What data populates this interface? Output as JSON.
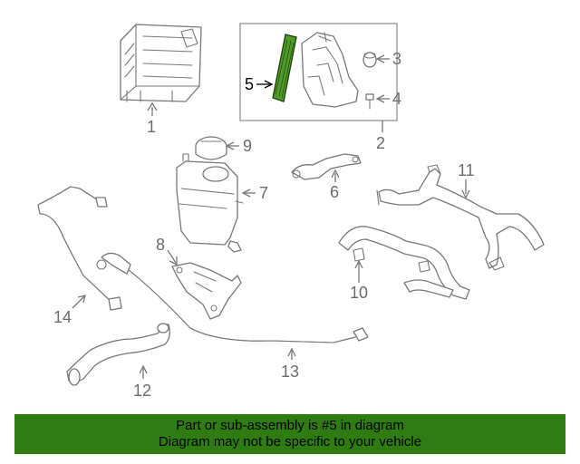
{
  "diagram": {
    "highlight_color": "#2f7d12",
    "highlight_fill": "#4f9a2a",
    "line_color": "#777777",
    "callouts": [
      {
        "id": "1",
        "label": "1"
      },
      {
        "id": "2",
        "label": "2"
      },
      {
        "id": "3",
        "label": "3"
      },
      {
        "id": "4",
        "label": "4"
      },
      {
        "id": "5",
        "label": "5",
        "highlighted": true
      },
      {
        "id": "6",
        "label": "6"
      },
      {
        "id": "7",
        "label": "7"
      },
      {
        "id": "8",
        "label": "8"
      },
      {
        "id": "9",
        "label": "9"
      },
      {
        "id": "10",
        "label": "10"
      },
      {
        "id": "11",
        "label": "11"
      },
      {
        "id": "12",
        "label": "12"
      },
      {
        "id": "13",
        "label": "13"
      },
      {
        "id": "14",
        "label": "14"
      }
    ]
  },
  "banner": {
    "line1": "Part or sub-assembly is #5 in diagram",
    "line2": "Diagram may not be specific to your vehicle",
    "background": "#2f7d12"
  }
}
